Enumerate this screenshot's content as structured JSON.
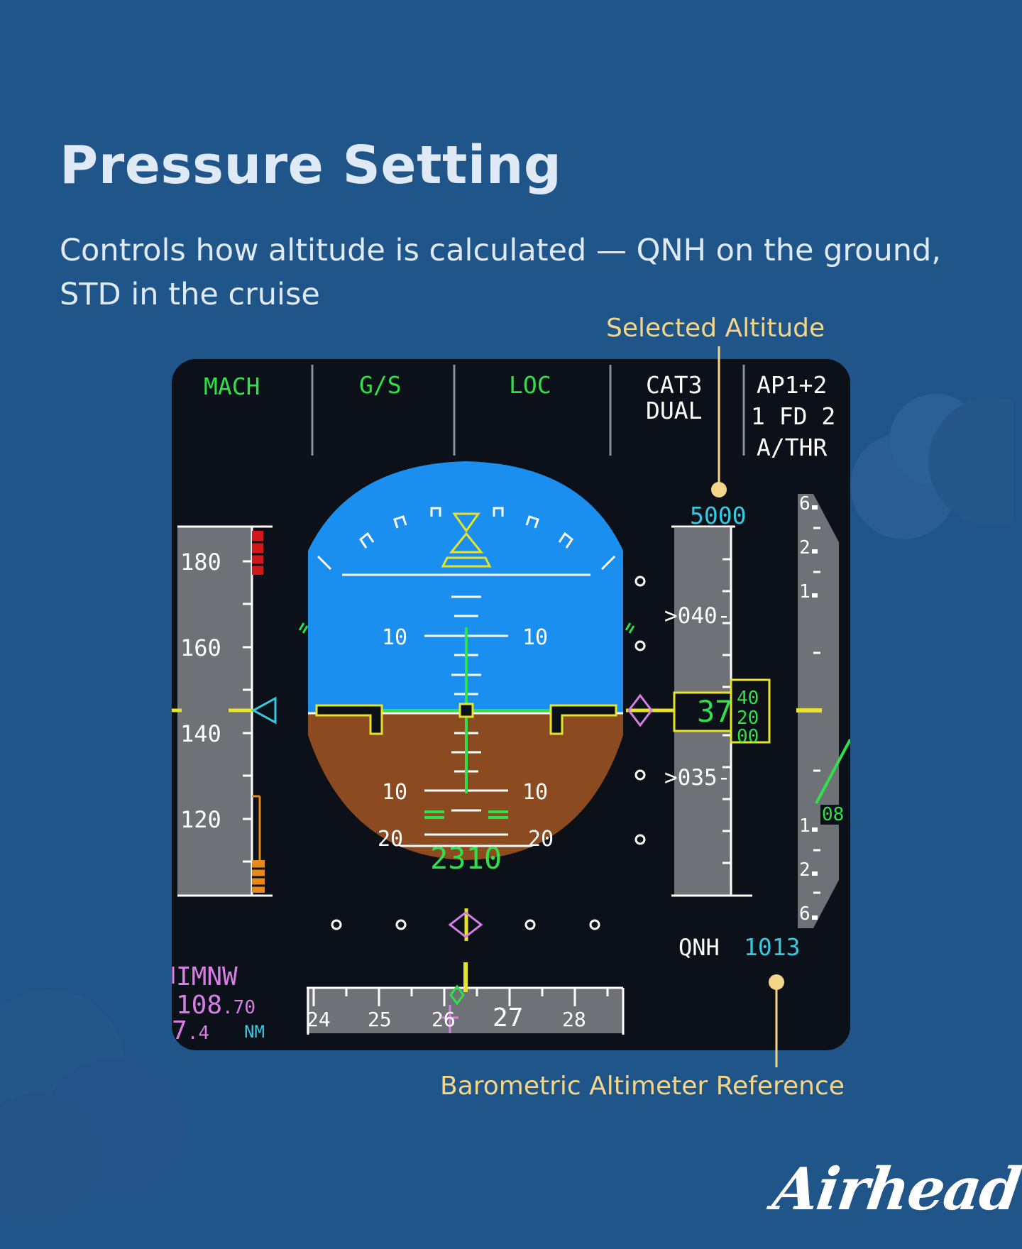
{
  "heading": {
    "title": "Pressure Setting",
    "subtitle": "Controls how altitude is calculated — QNH on the ground, STD in the cruise"
  },
  "callouts": {
    "selected_altitude": "Selected Altitude",
    "baro_reference": "Barometric Altimeter Reference"
  },
  "fma": {
    "col1": "MACH",
    "col2": "G/S",
    "col3": "LOC",
    "col4_line1": "CAT3",
    "col4_line2": "DUAL",
    "col5_line1": "AP1+2",
    "col5_line2": "1 FD 2",
    "col5_line3": "A/THR"
  },
  "speed_tape": {
    "labels": [
      "180",
      "160",
      "140",
      "120"
    ]
  },
  "attitude": {
    "pitch_labels": [
      "10",
      "10",
      "10",
      "10",
      "20",
      "20"
    ],
    "radio_altitude": "2310"
  },
  "altitude_tape": {
    "selected_altitude": "5000",
    "mark_upper": ">040-",
    "mark_lower": ">035-",
    "readout_main": "37",
    "readout_drum": [
      "40",
      "20",
      "00"
    ]
  },
  "vsi": {
    "labels": [
      "6",
      "2",
      "1",
      "1",
      "2",
      "6"
    ],
    "vs_readout": "08"
  },
  "baro": {
    "label": "QNH",
    "value": "1013"
  },
  "ils": {
    "ident": "IMNW",
    "freq_main": "108",
    "freq_decimal": ".70",
    "dme_main": "7",
    "dme_decimal": ".4",
    "dme_unit": "NM"
  },
  "heading_tape": {
    "labels": [
      "24",
      "25",
      "26",
      "27",
      "28"
    ]
  },
  "brand": {
    "logo": "Airhead"
  },
  "colors": {
    "background": "#1f5588",
    "sky": "#1a8ff0",
    "ground": "#8b4a1f",
    "fma_green": "#2ee04a",
    "cyan": "#38c8e0",
    "magenta": "#d77ee6",
    "yellow": "#e6e32a",
    "callout": "#f3d68a"
  }
}
